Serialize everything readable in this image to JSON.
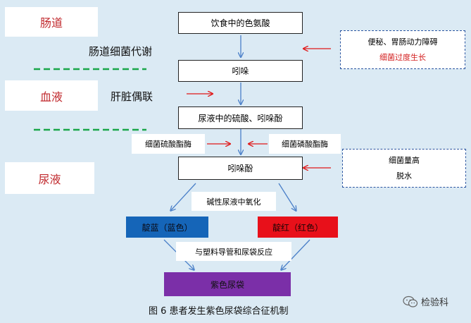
{
  "sections": {
    "intestine": "肠道",
    "blood": "血液",
    "urine": "尿液"
  },
  "steps": {
    "dietary_trp": "饮食中的色氨酸",
    "indole": "吲哚",
    "urine_sulfate": "尿液中的硫酸、吲哚酚",
    "indoxyl": "吲哚酚",
    "purple_bag": "紫色尿袋"
  },
  "processes": {
    "gut_bacteria_metabolism": "肠道细菌代谢",
    "liver_conjugation": "肝脏偶联",
    "bacterial_sulfatase": "细菌硫酸酯酶",
    "bacterial_phosphatase": "细菌磷酸酯酶",
    "alkaline_oxidation": "碱性尿液中氧化",
    "react_catheter_bag": "与塑料导管和尿袋反应"
  },
  "factors": {
    "box1_line1": "便秘、胃肠动力障碍",
    "box1_line2": "细菌过度生长",
    "box2_line1": "细菌量高",
    "box2_line2": "脱水"
  },
  "pigments": {
    "indigo": "靛蓝（蓝色）",
    "indirubin": "靛红（红色）"
  },
  "caption": "图 6  患者发生紫色尿袋综合征机制",
  "watermark": "检验科",
  "colors": {
    "background": "#dbeaf4",
    "indigo_fill": "#1565b8",
    "indirubin_fill": "#e8101a",
    "purple_fill": "#7b2fa8",
    "flow_arrow": "#4a7fc8",
    "red_arrow": "#e01818",
    "divider": "#1aa64a"
  }
}
